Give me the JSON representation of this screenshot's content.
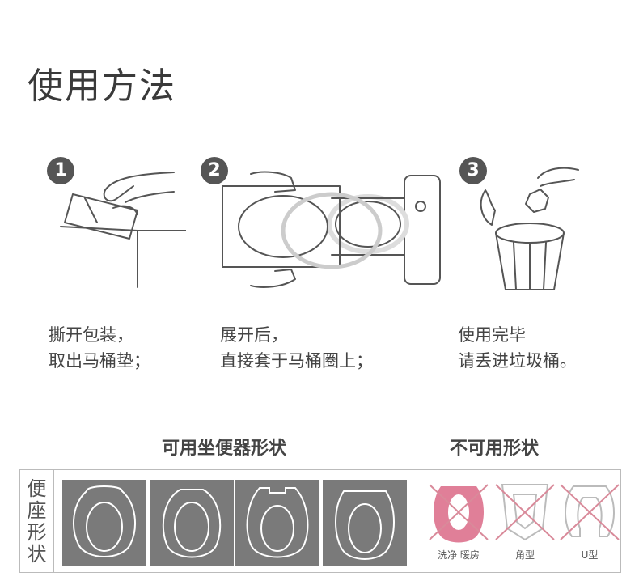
{
  "title": "使用方法",
  "steps": [
    {
      "number": "1",
      "line1": "撕开包装，",
      "line2": "取出马桶垫；"
    },
    {
      "number": "2",
      "line1": "展开后，",
      "line2": "直接套于马桶圈上；"
    },
    {
      "number": "3",
      "line1": "使用完毕",
      "line2": "请丢进垃圾桶。"
    }
  ],
  "shapes": {
    "usable_heading": "可用坐便器形状",
    "unusable_heading": "不可用形状",
    "row_label": [
      "便",
      "座",
      "形",
      "状"
    ],
    "unusable": [
      {
        "label": "洗净 暖房"
      },
      {
        "label": "角型"
      },
      {
        "label": "U型"
      }
    ],
    "colors": {
      "usable_bg": "#7a7a7a",
      "cross": "#d98a9a",
      "pink_seat": "#e07f98"
    }
  }
}
